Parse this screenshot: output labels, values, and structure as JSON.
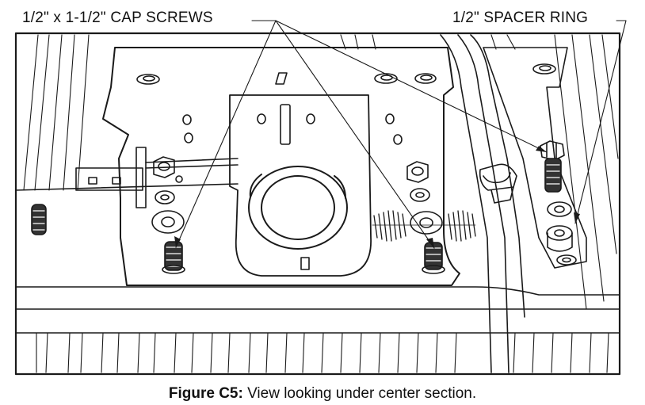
{
  "callouts": {
    "cap_screws": "1/2\" x 1-1/2\" CAP SCREWS",
    "spacer_ring": "1/2\" SPACER RING"
  },
  "caption": {
    "figure_label": "Figure C5:",
    "text": " View looking under center section."
  },
  "colors": {
    "line": "#1a1a1a",
    "background": "#ffffff",
    "thread_fill": "#333333"
  }
}
